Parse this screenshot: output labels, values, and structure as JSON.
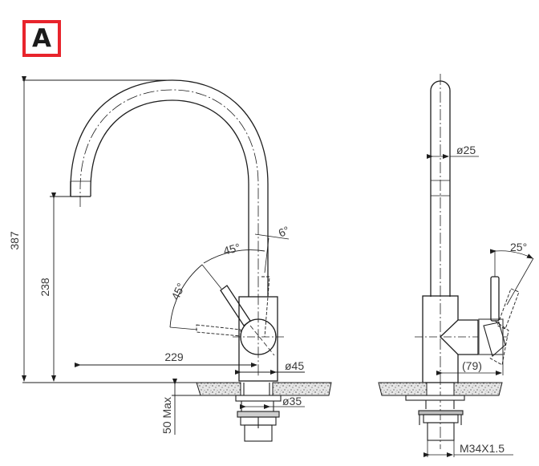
{
  "badge": {
    "label": "A",
    "border_color": "#e8242c"
  },
  "front_view": {
    "dimensions": {
      "total_height": "387",
      "spout_height": "238",
      "spout_reach": "229",
      "body_diameter": "ø45",
      "mount_diameter": "ø35",
      "max_counter_thickness": "50 Max"
    },
    "angles": {
      "lever_tilt": "6°",
      "lever_swing_upper": "45°",
      "lever_swing_lower": "45°"
    }
  },
  "side_view": {
    "dimensions": {
      "spout_diameter": "ø25",
      "lever_reach": "(79)",
      "thread": "M34X1.5"
    },
    "angles": {
      "lever_tilt": "25°"
    }
  },
  "colors": {
    "line": "#1e1e1e",
    "text": "#3a3a3a",
    "counter_fill": "#d9d9d9"
  }
}
